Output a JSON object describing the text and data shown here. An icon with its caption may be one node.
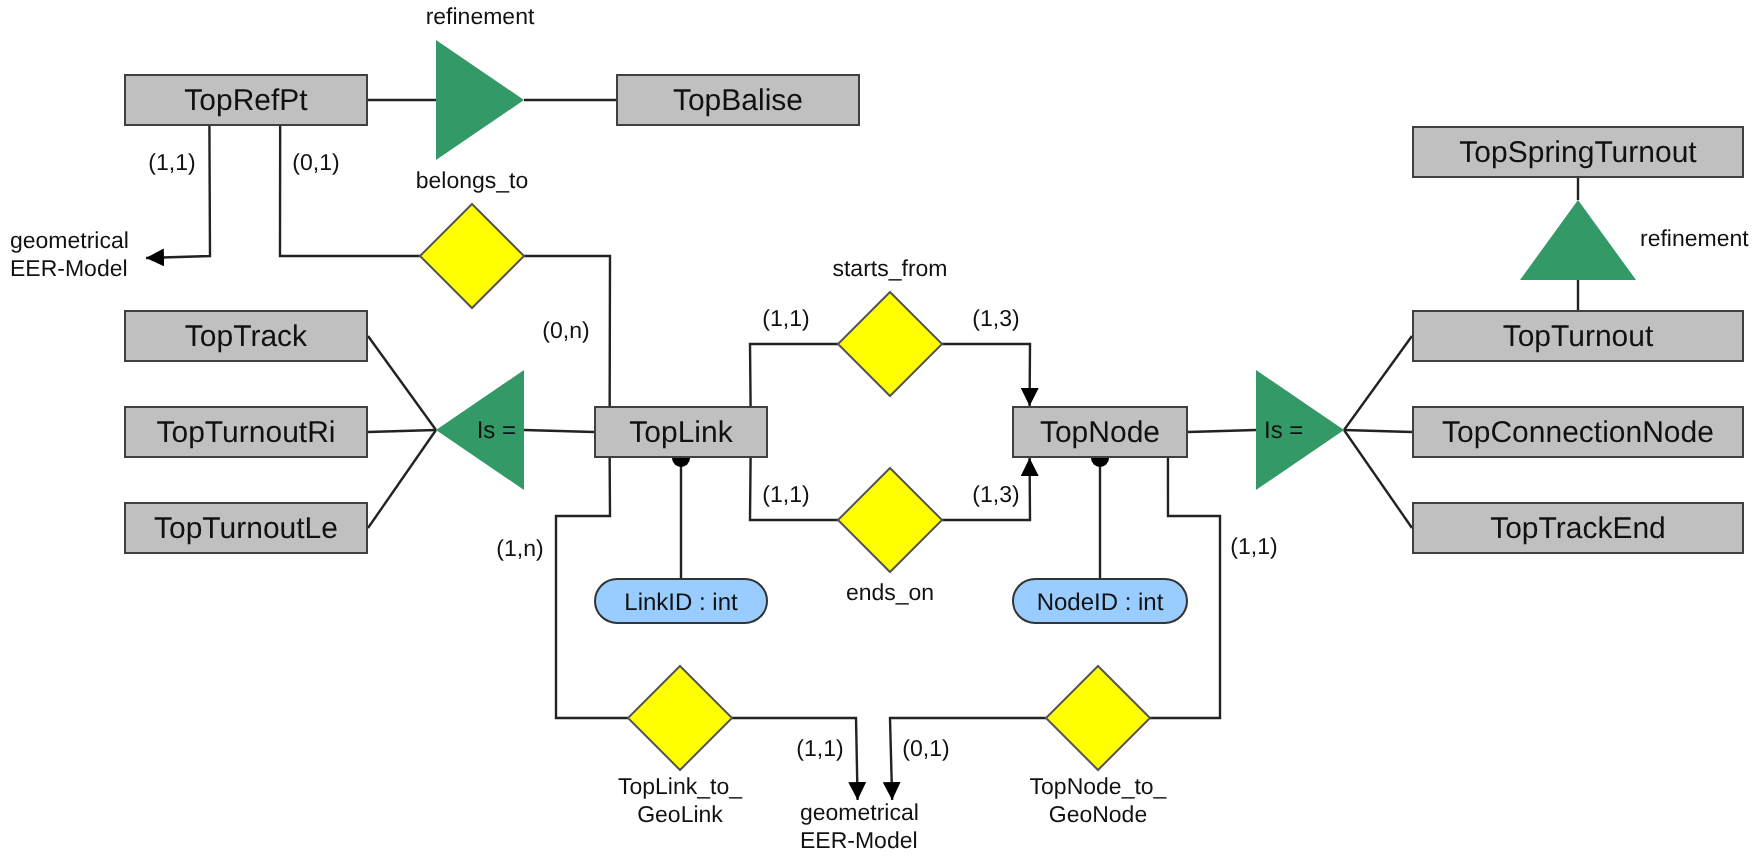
{
  "diagram": {
    "nodes": [
      {
        "text": [
          "TopRefPt"
        ]
      },
      {
        "text": [
          "refinement"
        ]
      },
      {
        "text": [
          "TopBalise"
        ]
      },
      {
        "text": [
          "geometrical EER-Model"
        ]
      },
      {
        "text": [
          "belongs_to"
        ]
      },
      {
        "text": [
          "TopTrack"
        ]
      },
      {
        "text": [
          "TopTurnoutRi"
        ]
      },
      {
        "text": [
          "TopTurnoutLe"
        ]
      },
      {
        "text": [
          "Is ="
        ]
      },
      {
        "text": [
          "TopLink"
        ]
      },
      {
        "text": [
          "starts_from"
        ]
      },
      {
        "text": [
          "ends_on"
        ]
      },
      {
        "text": [
          "TopNode"
        ]
      },
      {
        "text": [
          "LinkID : int"
        ]
      },
      {
        "text": [
          "NodeID : int"
        ]
      },
      {
        "text": [
          "Is ="
        ]
      },
      {
        "text": [
          "TopSpringTurnout"
        ]
      },
      {
        "text": [
          "refinement"
        ]
      },
      {
        "text": [
          "TopTurnout"
        ]
      },
      {
        "text": [
          "TopConnectionNode"
        ]
      },
      {
        "text": [
          "TopTrackEnd"
        ]
      },
      {
        "text": [
          "TopLink_to_ GeoLink"
        ]
      },
      {
        "text": [
          "geometrical EER-Model"
        ]
      },
      {
        "text": [
          "TopNode_to_ GeoNode"
        ]
      }
    ],
    "edges": [
      {
        "from": 0,
        "to": 1,
        "arrow": "none"
      },
      {
        "from": 1,
        "to": 2,
        "arrow": "none"
      },
      {
        "from": 0,
        "to": 3,
        "arrow": "to",
        "label": "(1,1)"
      },
      {
        "from": 0,
        "to": 4,
        "arrow": "none",
        "label": "(0,1)"
      },
      {
        "from": 4,
        "to": 9,
        "arrow": "none",
        "label": "(0,n)"
      },
      {
        "from": 5,
        "to": 8,
        "arrow": "none"
      },
      {
        "from": 6,
        "to": 8,
        "arrow": "none"
      },
      {
        "from": 7,
        "to": 8,
        "arrow": "none"
      },
      {
        "from": 8,
        "to": 9,
        "arrow": "none"
      },
      {
        "from": 9,
        "to": 10,
        "arrow": "none",
        "label": "(1,1)"
      },
      {
        "from": 10,
        "to": 12,
        "arrow": "to",
        "label": "(1,3)"
      },
      {
        "from": 9,
        "to": 11,
        "arrow": "none",
        "label": "(1,1)"
      },
      {
        "from": 11,
        "to": 12,
        "arrow": "to",
        "label": "(1,3)"
      },
      {
        "from": 9,
        "to": 13,
        "arrow": "other"
      },
      {
        "from": 12,
        "to": 14,
        "arrow": "other"
      },
      {
        "from": 9,
        "to": 21,
        "arrow": "none",
        "label": "(1,n)"
      },
      {
        "from": 21,
        "to": 22,
        "arrow": "to",
        "label": "(1,1)"
      },
      {
        "from": 12,
        "to": 23,
        "arrow": "none",
        "label": "(1,1)"
      },
      {
        "from": 23,
        "to": 22,
        "arrow": "to",
        "label": "(0,1)"
      },
      {
        "from": 12,
        "to": 15,
        "arrow": "none"
      },
      {
        "from": 15,
        "to": 18,
        "arrow": "none"
      },
      {
        "from": 15,
        "to": 19,
        "arrow": "none"
      },
      {
        "from": 15,
        "to": 20,
        "arrow": "none"
      },
      {
        "from": 18,
        "to": 17,
        "arrow": "none"
      },
      {
        "from": 17,
        "to": 16,
        "arrow": "none"
      }
    ]
  }
}
